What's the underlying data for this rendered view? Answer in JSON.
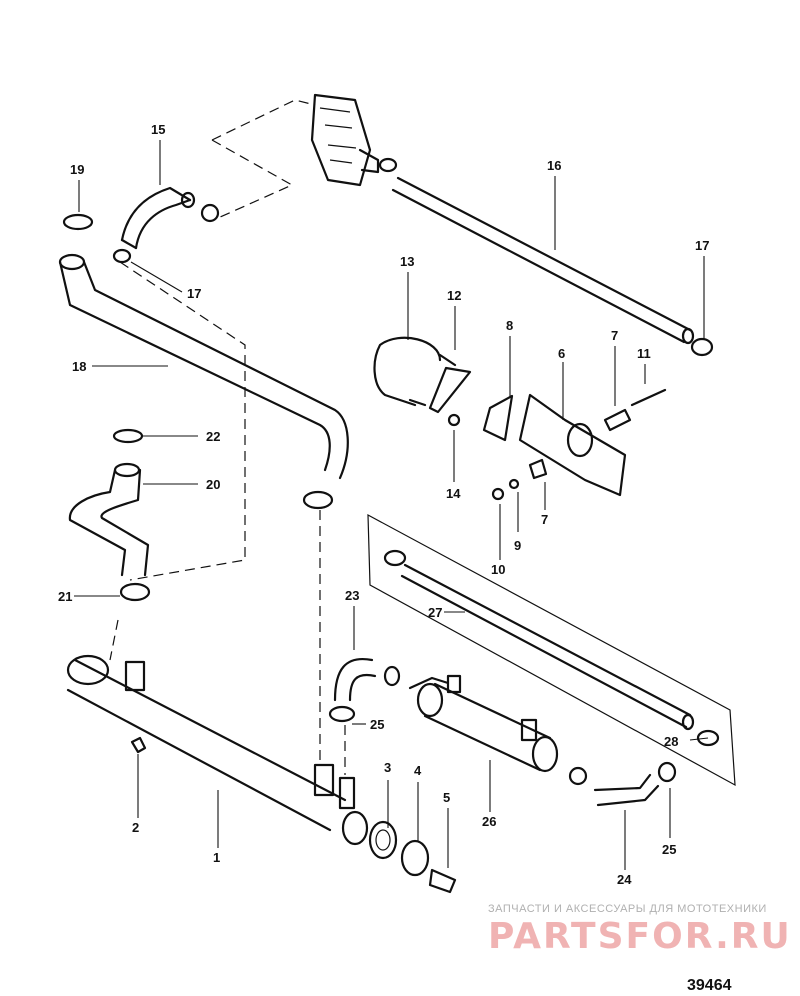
{
  "callouts": [
    "1",
    "2",
    "3",
    "4",
    "5",
    "6",
    "7",
    "7",
    "8",
    "9",
    "10",
    "11",
    "12",
    "13",
    "14",
    "15",
    "16",
    "17",
    "17",
    "18",
    "19",
    "20",
    "21",
    "22",
    "23",
    "24",
    "25",
    "25",
    "26",
    "27",
    "28"
  ],
  "watermark": {
    "line1": "ЗАПЧАСТИ И АКСЕССУАРЫ ДЛЯ МОТОТЕХНИКИ",
    "line2": "PARTSFOR.RU"
  },
  "figure_number": "39464"
}
